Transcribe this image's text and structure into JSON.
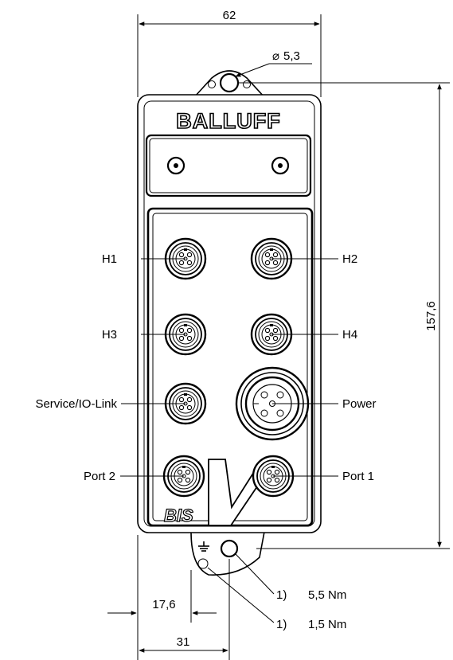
{
  "brand": "BALLUFF",
  "series_mark": "BIS",
  "dimensions": {
    "width": "62",
    "height": "157,6",
    "hole_diameter": "5,3",
    "offset_small": "17,6",
    "offset_center": "31"
  },
  "connector_labels": {
    "h1": "H1",
    "h2": "H2",
    "h3": "H3",
    "h4": "H4",
    "service": "Service/IO-Link",
    "power": "Power",
    "port2": "Port 2",
    "port1": "Port 1"
  },
  "torque_notes": {
    "note1_marker": "1)",
    "note1_value": "5,5 Nm",
    "note2_marker": "1)",
    "note2_value": "1,5 Nm"
  },
  "symbols": {
    "diameter": "⌀",
    "ground": "ground-icon"
  }
}
